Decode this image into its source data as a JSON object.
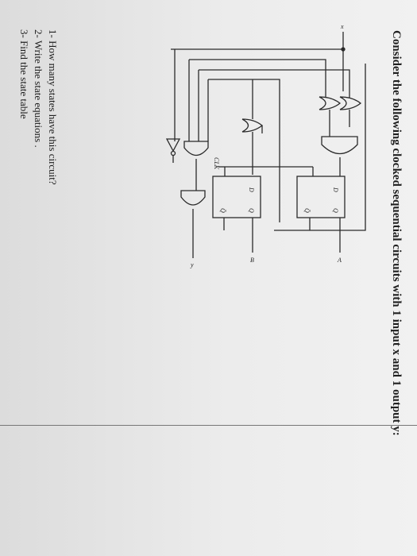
{
  "title": "Consider the following clocked sequential circuits with 1 input x and 1 output y:",
  "questions": [
    "1- How many states have this circuit?",
    "2- Write the state equations .",
    "3- Find the state table"
  ],
  "circuit": {
    "input_label": "x",
    "output_label": "y",
    "clock_label": "CLK",
    "flipflops": [
      {
        "d": "D",
        "q": "Q",
        "qbar": "Q̄",
        "output": "A"
      },
      {
        "d": "D",
        "q": "Q",
        "qbar": "Q̄",
        "output": "B"
      }
    ]
  }
}
